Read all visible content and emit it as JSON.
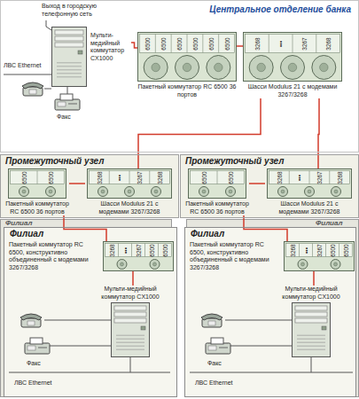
{
  "diagram": {
    "nodes": [
      {
        "text": [
          "Центральное отделение банка"
        ]
      },
      {
        "text": [
          "Мульти-медийный коммутатор CX1000"
        ],
        "in": 0
      },
      {
        "text": [
          "Пакетный коммутатор RC 6500 36 портов"
        ],
        "in": 0
      },
      {
        "text": [
          "Шасси Modulus 21 с модемами 3267/3268"
        ],
        "in": 0
      },
      {
        "text": [
          "Промежуточный узел"
        ]
      },
      {
        "text": [
          "Пакетный коммутатор RC 6500 36 портов"
        ],
        "in": 4
      },
      {
        "text": [
          "Шасси Modulus 21 с модемами 3267/3268"
        ],
        "in": 4
      },
      {
        "text": [
          "Промежуточный узел"
        ]
      },
      {
        "text": [
          "Пакетный коммутатор RC 6500 36 портов"
        ],
        "in": 7
      },
      {
        "text": [
          "Шасси Modulus 21 с модемами 3267/3268"
        ],
        "in": 7
      },
      {
        "text": [
          "Филиал"
        ]
      },
      {
        "text": [
          "Пакетный коммутатор RC 6500, конструктивно объединенный с модемами 3267/3268"
        ],
        "in": 10
      },
      {
        "text": [
          "Мульти-медийный коммутатор CX1000"
        ],
        "in": 10
      },
      {
        "text": [
          "Филиал"
        ]
      },
      {
        "text": [
          "Пакетный коммутатор RC 6500, конструктивно объединенный с модемами 3267/3268"
        ],
        "in": 13
      },
      {
        "text": [
          "Мульти-медийный коммутатор CX1000"
        ],
        "in": 13
      }
    ],
    "edges": [
      {
        "from": 1,
        "to": 2,
        "arrow": "none"
      },
      {
        "from": 2,
        "to": 3,
        "arrow": "none"
      },
      {
        "from": 3,
        "to": 6,
        "arrow": "none"
      },
      {
        "from": 3,
        "to": 9,
        "arrow": "none"
      },
      {
        "from": 5,
        "to": 6,
        "arrow": "none"
      },
      {
        "from": 8,
        "to": 9,
        "arrow": "none"
      },
      {
        "from": 5,
        "to": 11,
        "arrow": "none"
      },
      {
        "from": 8,
        "to": 14,
        "arrow": "none"
      },
      {
        "from": 11,
        "to": 12,
        "arrow": "none"
      },
      {
        "from": 14,
        "to": 15,
        "arrow": "none"
      }
    ],
    "labels": [
      "Выход в городскую телефонную сеть",
      "ЛВС Ethernet",
      "Факс",
      "6500",
      "6500",
      "6500",
      "6500",
      "6500",
      "6500",
      "3268",
      "•••",
      "3267",
      "3268",
      "6500",
      "6500",
      "3268",
      "•••",
      "3267",
      "3268",
      "6500",
      "6500",
      "3268",
      "•••",
      "3267",
      "3268",
      "Филиал",
      "Филиал",
      "3268",
      "•••",
      "3267",
      "6500",
      "6500",
      "Факс",
      "ЛВС Ethernet",
      "3268",
      "•••",
      "3267",
      "6500",
      "6500",
      "Факс",
      "ЛВС Ethernet"
    ]
  }
}
